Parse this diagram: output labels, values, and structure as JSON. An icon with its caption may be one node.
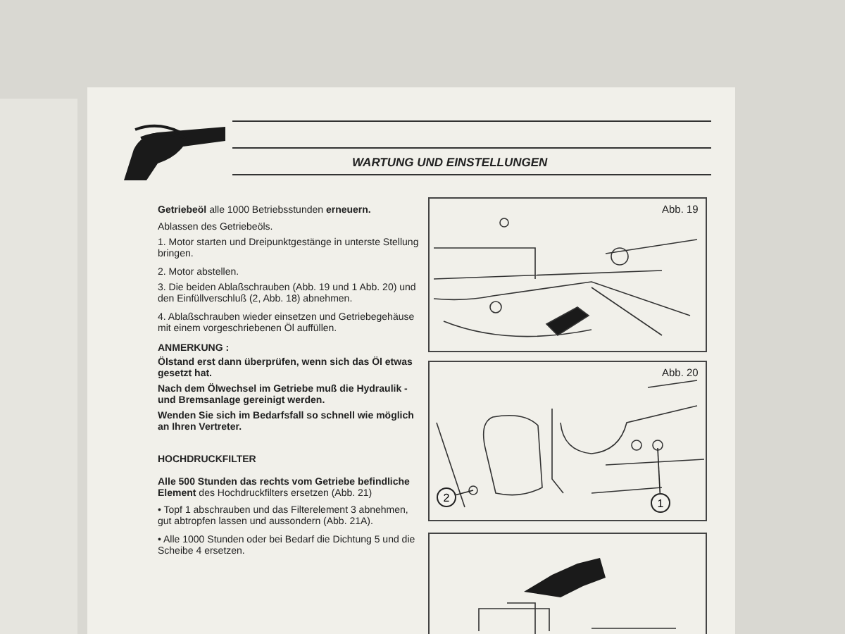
{
  "diagram": {
    "title": "WARTUNG UND EINSTELLUNGEN",
    "nodes": [
      {
        "text": [
          "2"
        ]
      },
      {
        "text": [
          "1"
        ]
      }
    ],
    "edges": [
      {
        "from": 0,
        "to": null,
        "arrow": "none"
      },
      {
        "from": 1,
        "to": null,
        "arrow": "none"
      }
    ],
    "labels": [
      "**Getriebeöl** alle 1000 Betriebsstunden **erneuern.**",
      "Ablassen des Getriebeöls.",
      "1. Motor starten und Dreipunktgestänge in unterste Stellung bringen.",
      "2. Motor abstellen.",
      "3. Die beiden Ablaßschrauben (Abb. 19 und 1 Abb. 20) und den Einfüllverschluß (2, Abb. 18) abnehmen.",
      "4. Ablaßschrauben wieder einsetzen und Getriebegehäuse mit einem vorgeschriebenen Öl auffüllen.",
      "ANMERKUNG :",
      "Ölstand erst dann überprüfen, wenn sich das Öl etwas gesetzt hat.",
      "Nach dem Ölwechsel im Getriebe muß die Hydraulik - und Bremsanlage gereinigt werden.",
      "Wenden Sie sich im Bedarfsfall so schnell wie möglich an Ihren Vertreter.",
      "HOCHDRUCKFILTER",
      "**Alle 500 Stunden das rechts vom Getriebe befindliche Element** des Hochdruckfilters ersetzen (Abb. 21)",
      "• Topf 1 abschrauben und das Filterelement 3 abnehmen, gut abtropfen lassen und aussondern (Abb. 21A).",
      "• Alle 1000 Stunden oder bei Bedarf die Dichtung 5 und die Scheibe 4 ersetzen.",
      "Abb. 19",
      "Abb. 20"
    ]
  }
}
